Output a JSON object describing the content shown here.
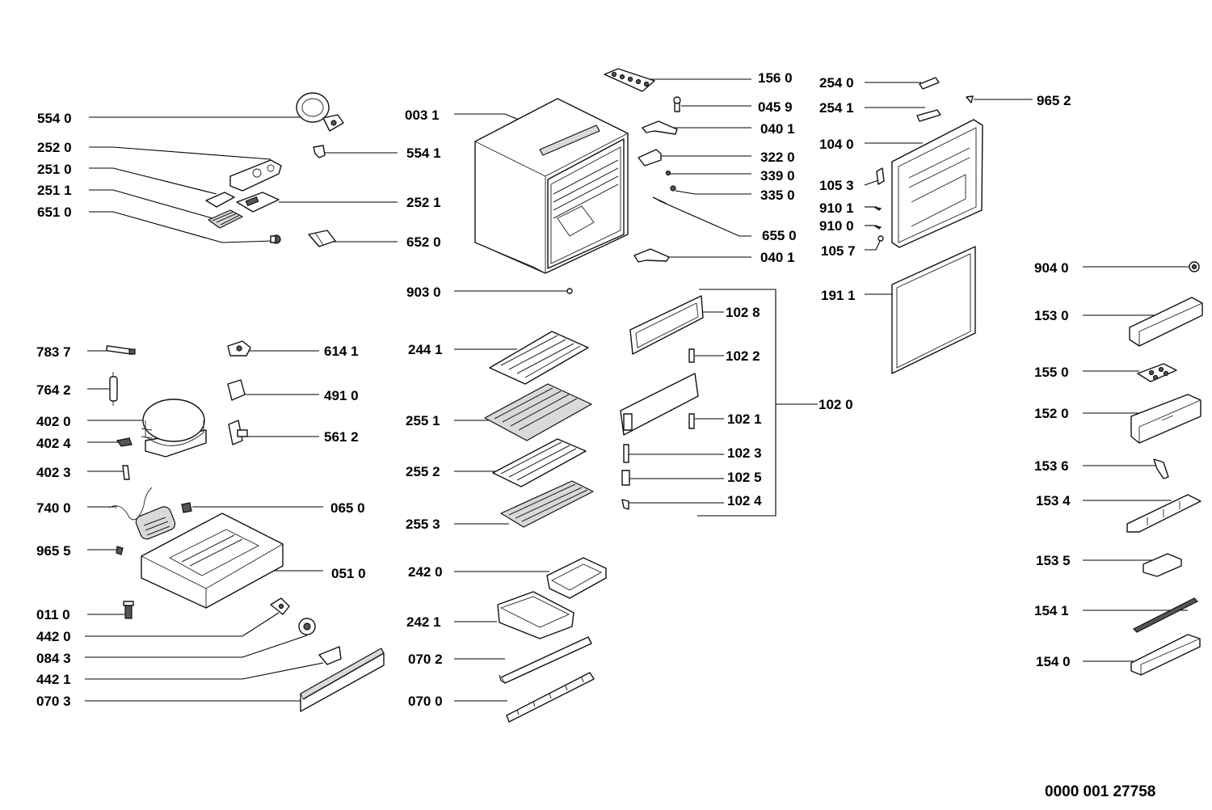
{
  "labels": {
    "p554_0": "554 0",
    "p252_0": "252 0",
    "p251_0": "251 0",
    "p251_1": "251 1",
    "p651_0": "651 0",
    "p554_1": "554 1",
    "p252_1": "252 1",
    "p652_0": "652 0",
    "p003_1": "003 1",
    "p903_0": "903 0",
    "p156_0": "156 0",
    "p045_9": "045 9",
    "p040_1a": "040 1",
    "p322_0": "322 0",
    "p339_0": "339 0",
    "p335_0": "335 0",
    "p655_0": "655 0",
    "p040_1b": "040 1",
    "p254_0": "254 0",
    "p254_1": "254 1",
    "p965_2": "965 2",
    "p104_0": "104 0",
    "p105_3": "105 3",
    "p910_1": "910 1",
    "p910_0": "910 0",
    "p105_7": "105 7",
    "p191_1": "191 1",
    "p904_0": "904 0",
    "p153_0": "153 0",
    "p155_0": "155 0",
    "p152_0": "152 0",
    "p153_6": "153 6",
    "p153_4": "153 4",
    "p153_5": "153 5",
    "p154_1": "154 1",
    "p154_0": "154 0",
    "p783_7": "783 7",
    "p764_2": "764 2",
    "p402_0": "402 0",
    "p402_4": "402 4",
    "p402_3": "402 3",
    "p740_0": "740 0",
    "p965_5": "965 5",
    "p011_0": "011 0",
    "p442_0": "442 0",
    "p084_3": "084 3",
    "p442_1": "442 1",
    "p070_3": "070 3",
    "p614_1": "614 1",
    "p491_0": "491 0",
    "p561_2": "561 2",
    "p065_0": "065 0",
    "p051_0": "051 0",
    "p244_1": "244 1",
    "p255_1": "255 1",
    "p255_2": "255 2",
    "p255_3": "255 3",
    "p242_0": "242 0",
    "p242_1": "242 1",
    "p070_2": "070 2",
    "p070_0": "070 0",
    "p102_8": "102 8",
    "p102_2": "102 2",
    "p102_1": "102 1",
    "p102_3": "102 3",
    "p102_5": "102 5",
    "p102_4": "102 4",
    "p102_0": "102 0"
  },
  "document_id": "0000 001 27758"
}
